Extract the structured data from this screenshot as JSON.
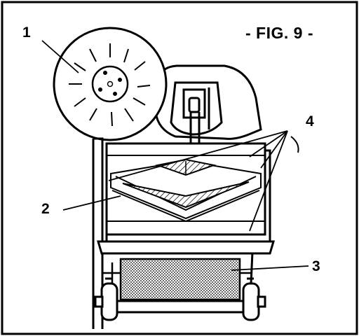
{
  "figure": {
    "title": "- FIG. 9 -",
    "callouts": {
      "c1": "1",
      "c2": "2",
      "c3": "3",
      "c4": "4"
    }
  }
}
